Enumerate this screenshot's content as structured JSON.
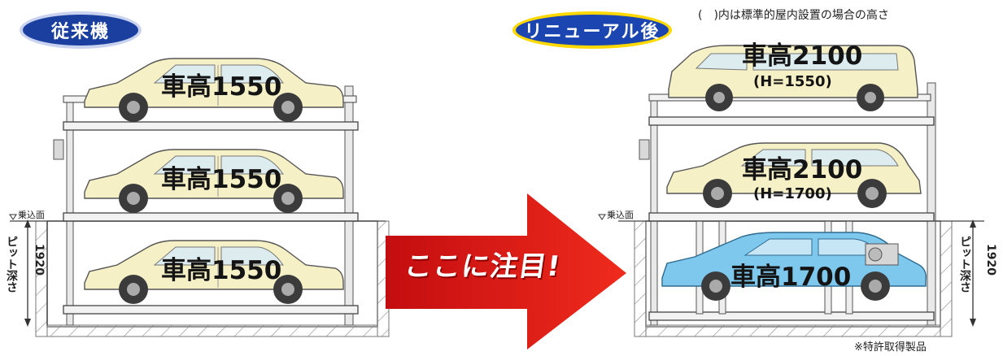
{
  "before": {
    "badge": "従来機",
    "levels": [
      {
        "label": "車高1550"
      },
      {
        "label": "車高1550"
      },
      {
        "label": "車高1550"
      }
    ],
    "boarding_label": "乗込面",
    "pit_label": "ピット深さ",
    "pit_value": "1920"
  },
  "after": {
    "badge": "リニューアル後",
    "note": "(　)内は標準的屋内設置の場合の高さ",
    "levels": [
      {
        "label": "車高2100",
        "sub": "(H=1550)"
      },
      {
        "label": "車高2100",
        "sub": "(H=1700)"
      },
      {
        "label": "車高1700"
      }
    ],
    "boarding_label": "乗込面",
    "pit_label": "ピット深さ",
    "pit_value": "1920",
    "patent": "※特許取得製品"
  },
  "arrow": {
    "label": "ここに注目!"
  },
  "colors": {
    "car_body": "#f6f0c6",
    "car_highlight": "#7ec8ee",
    "badge_before": "#1a3f9e",
    "badge_after": "#1b45b0",
    "badge_after_border": "#ffd800",
    "arrow": "#e2231a"
  }
}
